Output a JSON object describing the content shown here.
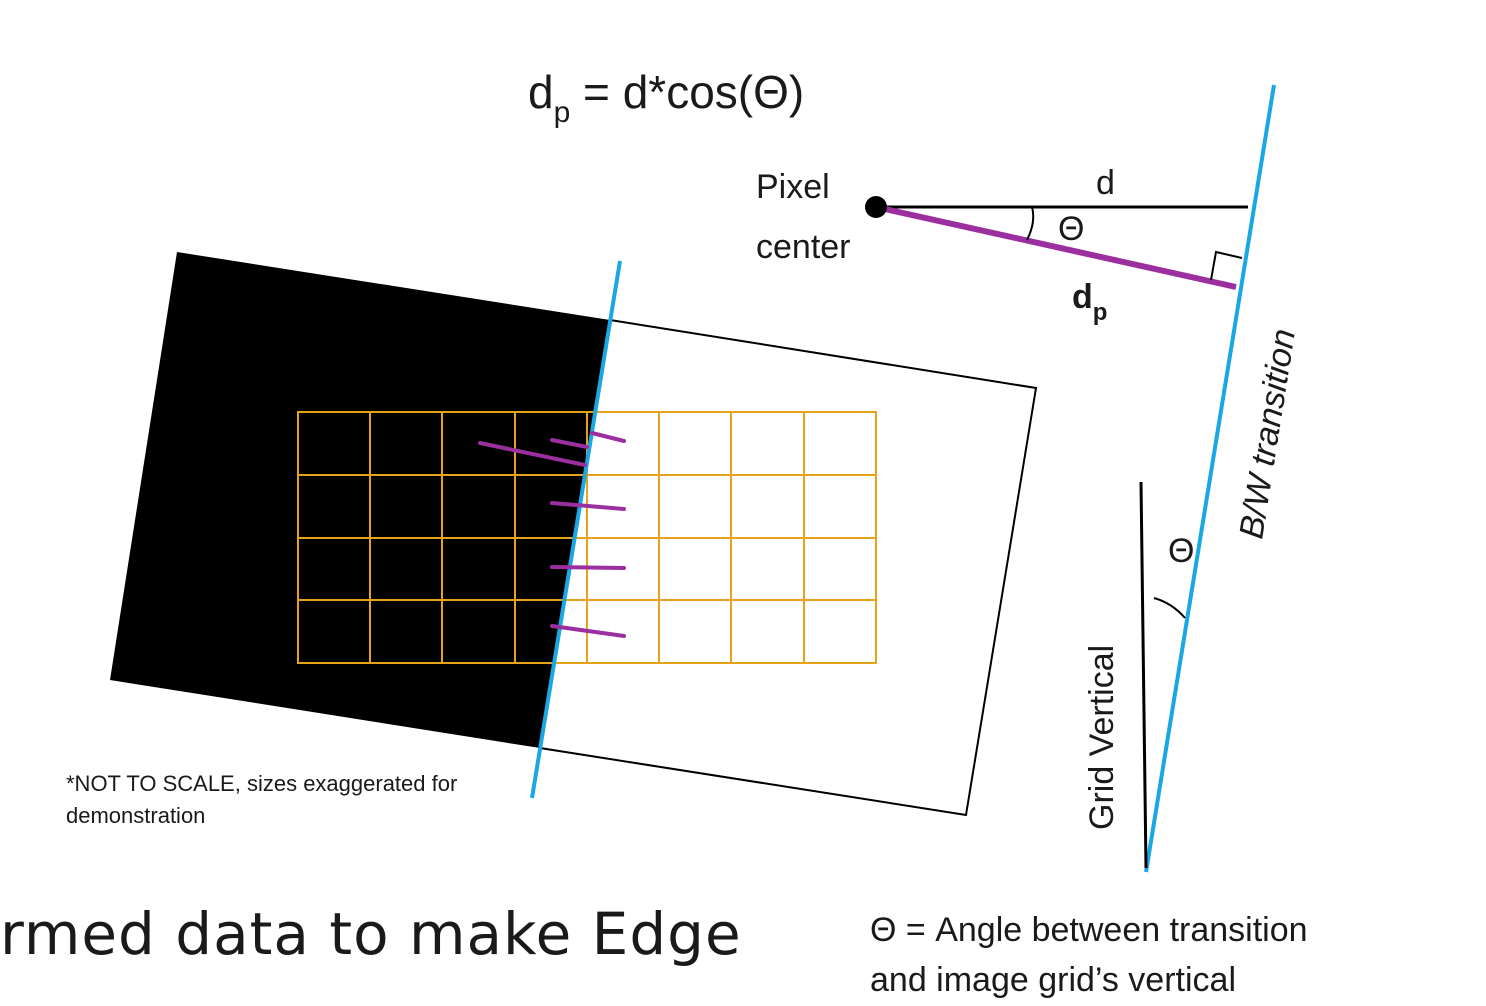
{
  "formula": {
    "lhs_var": "d",
    "lhs_sub": "p",
    "rhs": " = d*cos(Θ)"
  },
  "labels": {
    "pixel_line1": "Pixel",
    "pixel_line2": "center",
    "d": "d",
    "theta_top": "Θ",
    "dp_var": "d",
    "dp_sub": "p",
    "bw_transition": "B/W transition",
    "grid_vertical": "Grid Vertical",
    "theta_bottom": "Θ"
  },
  "note": "*NOT TO SCALE, sizes exaggerated for demonstration",
  "bottom_left_text": "rmed data to make Edge",
  "bottom_right_line1": "Θ = Angle between transition",
  "bottom_right_line2": "and image grid’s vertical",
  "colors": {
    "transition": "#1aa7e6",
    "projection": "#9b2fa0",
    "grid": "#e8a21a",
    "black": "#000000"
  }
}
